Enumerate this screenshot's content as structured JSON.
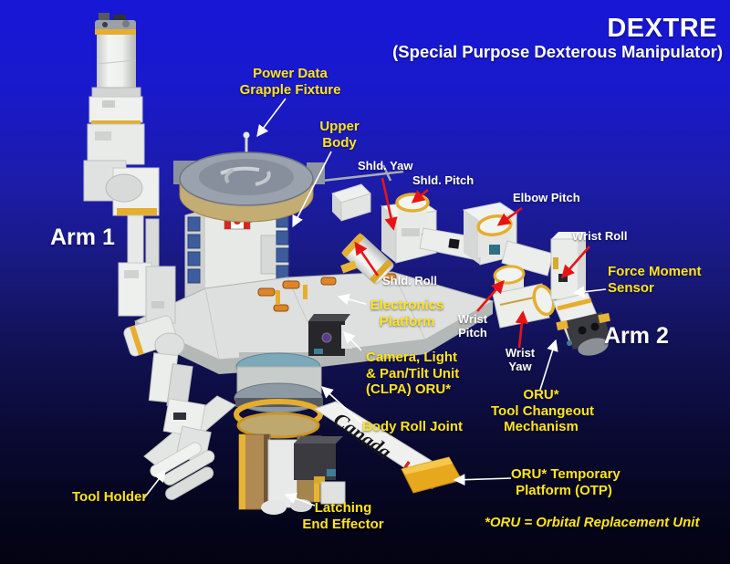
{
  "header": {
    "title": "DEXTRE",
    "subtitle": "(Special Purpose Dexterous Manipulator)"
  },
  "annotations": {
    "power_data": {
      "lines": [
        "Power Data",
        "Grapple Fixture"
      ]
    },
    "upper_body": {
      "lines": [
        "Upper",
        "Body"
      ]
    },
    "shld_yaw": {
      "text": "Shld. Yaw"
    },
    "shld_pitch": {
      "text": "Shld. Pitch"
    },
    "elbow_pitch": {
      "text": "Elbow Pitch"
    },
    "wrist_roll": {
      "text": "Wrist Roll"
    },
    "force_moment_sensor": {
      "lines": [
        "Force Moment",
        "Sensor"
      ]
    },
    "arm_2": {
      "text": "Arm 2"
    },
    "shld_roll": {
      "text": "Shld. Roll"
    },
    "electronics_platform": {
      "lines": [
        "Electronics",
        "Platform"
      ]
    },
    "wrist_pitch": {
      "lines": [
        "Wrist",
        "Pitch"
      ]
    },
    "wrist_yaw": {
      "lines": [
        "Wrist",
        "Yaw"
      ]
    },
    "camera_clpa": {
      "lines": [
        "Camera, Light",
        "& Pan/Tilt Unit",
        "(CLPA) ORU*"
      ]
    },
    "oru_tool_changeout": {
      "lines": [
        "ORU*",
        "Tool Changeout",
        "Mechanism"
      ]
    },
    "body_roll_joint": {
      "text": "Body Roll Joint"
    },
    "arm_1": {
      "text": "Arm 1"
    },
    "tool_holder": {
      "text": "Tool Holder"
    },
    "latching_end_effector": {
      "lines": [
        "Latching",
        "End Effector"
      ]
    },
    "oru_temporary_platform": {
      "lines": [
        "ORU* Temporary",
        "Platform (OTP)"
      ]
    },
    "footnote": {
      "text": "*ORU = Orbital Replacement Unit"
    }
  },
  "illustration": {
    "boom_text": "Canada"
  },
  "colors": {
    "label_yellow": "#ffe41f",
    "label_white": "#ffffff",
    "arrow_red": "#e81414",
    "arrow_white": "#ffffff",
    "background_top": "#1717d6",
    "background_bottom": "#030312",
    "robot_gold": "#e6ae2e",
    "robot_tan": "#c3ad72",
    "flag_red": "#d6281e"
  }
}
